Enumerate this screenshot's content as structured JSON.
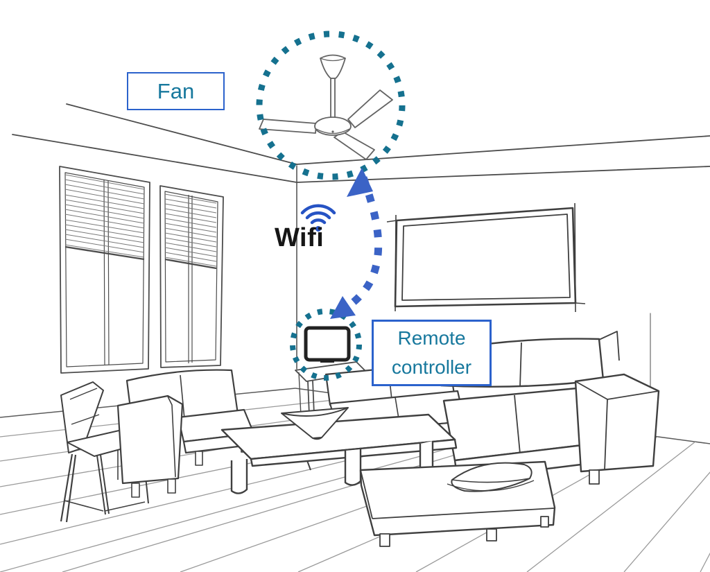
{
  "diagram": {
    "labels": {
      "fan": "Fan",
      "wifi": "Wifi",
      "remote_line1": "Remote",
      "remote_line2": "controller"
    },
    "icons": {
      "wifi_signal": "wifi-signal-icon",
      "ceiling_fan": "ceiling-fan-drawing",
      "remote_device": "remote-controller-device",
      "connection_arrow": "dashed-double-arrow"
    },
    "colors": {
      "label_border": "#2b62cc",
      "label_text": "#17789d",
      "arrow_blue": "#3b63c6",
      "dotted_circle_teal": "#15718f",
      "wifi_text": "#161616",
      "wifi_icon_blue": "#2653c4",
      "sketch_line": "#4c4c4c",
      "floor_line": "#9a9a9a",
      "background": "#ffffff"
    }
  }
}
